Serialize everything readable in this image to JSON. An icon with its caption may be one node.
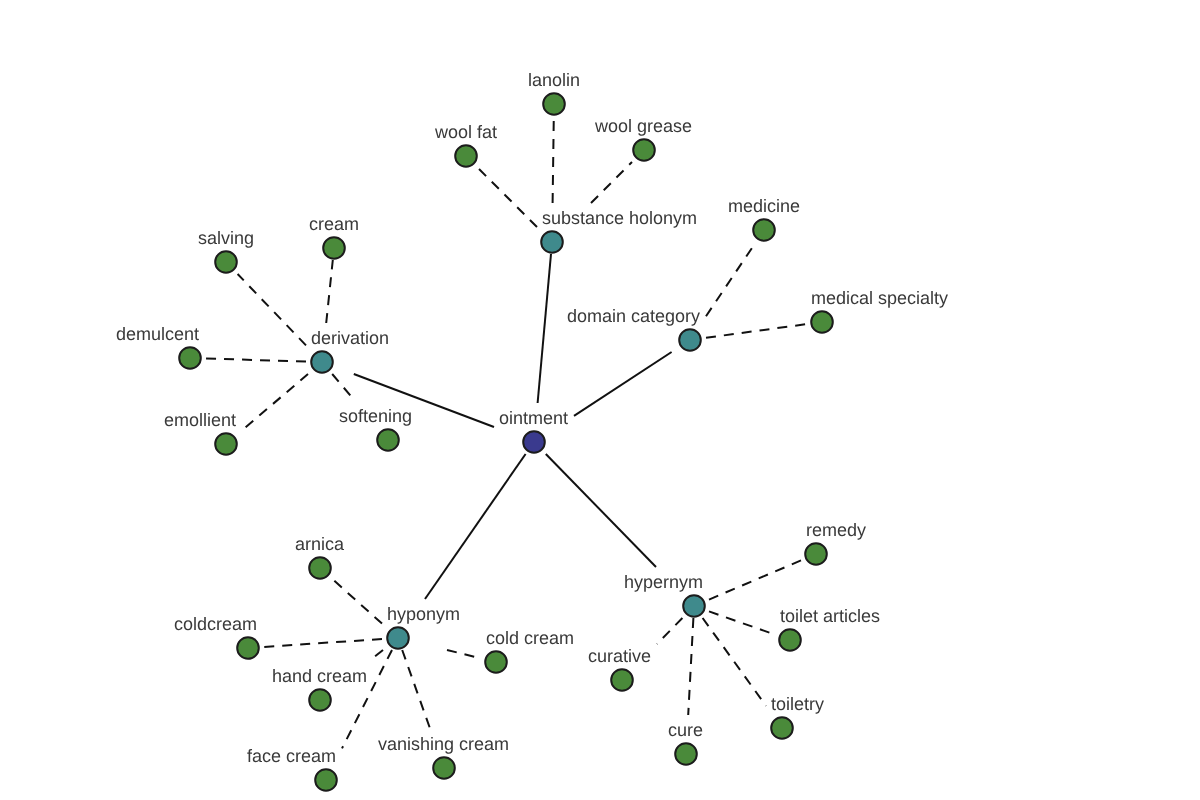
{
  "diagram": {
    "nodes": [
      {
        "text": [
          "ointment"
        ]
      },
      {
        "text": [
          "substance holonym"
        ]
      },
      {
        "text": [
          "lanolin"
        ]
      },
      {
        "text": [
          "wool fat"
        ]
      },
      {
        "text": [
          "wool grease"
        ]
      },
      {
        "text": [
          "domain category"
        ]
      },
      {
        "text": [
          "medicine"
        ]
      },
      {
        "text": [
          "medical specialty"
        ]
      },
      {
        "text": [
          "derivation"
        ]
      },
      {
        "text": [
          "salving"
        ]
      },
      {
        "text": [
          "cream"
        ]
      },
      {
        "text": [
          "demulcent"
        ]
      },
      {
        "text": [
          "emollient"
        ]
      },
      {
        "text": [
          "softening"
        ]
      },
      {
        "text": [
          "hyponym"
        ]
      },
      {
        "text": [
          "arnica"
        ]
      },
      {
        "text": [
          "coldcream"
        ]
      },
      {
        "text": [
          "hand cream"
        ]
      },
      {
        "text": [
          "face cream"
        ]
      },
      {
        "text": [
          "vanishing cream"
        ]
      },
      {
        "text": [
          "cold cream"
        ]
      },
      {
        "text": [
          "hypernym"
        ]
      },
      {
        "text": [
          "remedy"
        ]
      },
      {
        "text": [
          "toilet articles"
        ]
      },
      {
        "text": [
          "curative"
        ]
      },
      {
        "text": [
          "cure"
        ]
      },
      {
        "text": [
          "toiletry"
        ]
      }
    ],
    "edges": [
      {
        "from": 0,
        "to": 1,
        "arrow": "none"
      },
      {
        "from": 1,
        "to": 2,
        "arrow": "none",
        "style": "dashed"
      },
      {
        "from": 1,
        "to": 3,
        "arrow": "none",
        "style": "dashed"
      },
      {
        "from": 1,
        "to": 4,
        "arrow": "none",
        "style": "dashed"
      },
      {
        "from": 0,
        "to": 5,
        "arrow": "none"
      },
      {
        "from": 5,
        "to": 6,
        "arrow": "none",
        "style": "dashed"
      },
      {
        "from": 5,
        "to": 7,
        "arrow": "none",
        "style": "dashed"
      },
      {
        "from": 0,
        "to": 8,
        "arrow": "none"
      },
      {
        "from": 8,
        "to": 9,
        "arrow": "none",
        "style": "dashed"
      },
      {
        "from": 8,
        "to": 10,
        "arrow": "none",
        "style": "dashed"
      },
      {
        "from": 8,
        "to": 11,
        "arrow": "none",
        "style": "dashed"
      },
      {
        "from": 8,
        "to": 12,
        "arrow": "none",
        "style": "dashed"
      },
      {
        "from": 8,
        "to": 13,
        "arrow": "none",
        "style": "dashed"
      },
      {
        "from": 0,
        "to": 14,
        "arrow": "none"
      },
      {
        "from": 14,
        "to": 15,
        "arrow": "none",
        "style": "dashed"
      },
      {
        "from": 14,
        "to": 16,
        "arrow": "none",
        "style": "dashed"
      },
      {
        "from": 14,
        "to": 17,
        "arrow": "none",
        "style": "dashed"
      },
      {
        "from": 14,
        "to": 18,
        "arrow": "none",
        "style": "dashed"
      },
      {
        "from": 14,
        "to": 19,
        "arrow": "none",
        "style": "dashed"
      },
      {
        "from": 14,
        "to": 20,
        "arrow": "none",
        "style": "dashed"
      },
      {
        "from": 0,
        "to": 21,
        "arrow": "none"
      },
      {
        "from": 21,
        "to": 22,
        "arrow": "none",
        "style": "dashed"
      },
      {
        "from": 21,
        "to": 23,
        "arrow": "none",
        "style": "dashed"
      },
      {
        "from": 21,
        "to": 24,
        "arrow": "none",
        "style": "dashed"
      },
      {
        "from": 21,
        "to": 25,
        "arrow": "none",
        "style": "dashed"
      },
      {
        "from": 21,
        "to": 26,
        "arrow": "none",
        "style": "dashed"
      }
    ]
  }
}
